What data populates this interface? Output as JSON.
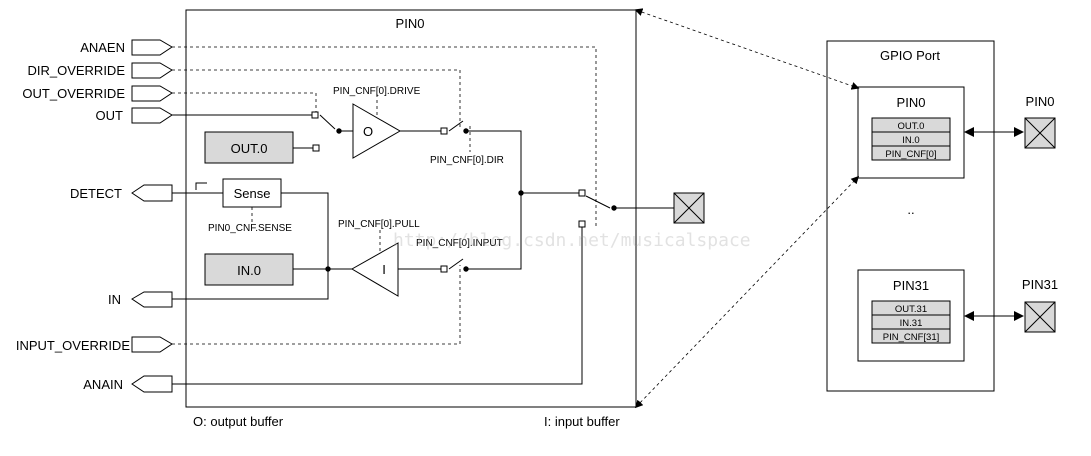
{
  "diagram": {
    "pin_block_title": "PIN0",
    "port_title": "GPIO Port",
    "signals": {
      "anaen": "ANAEN",
      "dir_override": "DIR_OVERRIDE",
      "out_override": "OUT_OVERRIDE",
      "out": "OUT",
      "detect": "DETECT",
      "in": "IN",
      "input_override": "INPUT_OVERRIDE",
      "anain": "ANAIN"
    },
    "blocks": {
      "out0": "OUT.0",
      "in0": "IN.0",
      "sense": "Sense",
      "output_buffer": "O",
      "input_buffer": "I"
    },
    "annotations": {
      "drive": "PIN_CNF[0].DRIVE",
      "dir": "PIN_CNF[0].DIR",
      "pull": "PIN_CNF[0].PULL",
      "input": "PIN_CNF[0].INPUT",
      "sense": "PIN0_CNF.SENSE",
      "legend_output": "O: output buffer",
      "legend_input": "I: input buffer"
    },
    "port": {
      "pin0": {
        "title": "PIN0",
        "rows": [
          "OUT.0",
          "IN.0",
          "PIN_CNF[0]"
        ],
        "external_label": "PIN0"
      },
      "ellipsis": "..",
      "pin31": {
        "title": "PIN31",
        "rows": [
          "OUT.31",
          "IN.31",
          "PIN_CNF[31]"
        ],
        "external_label": "PIN31"
      }
    },
    "watermark": "http://blog.csdn.net/musicalspace",
    "colors": {
      "block_fill": "#d9d9d9",
      "line": "#000000"
    }
  }
}
